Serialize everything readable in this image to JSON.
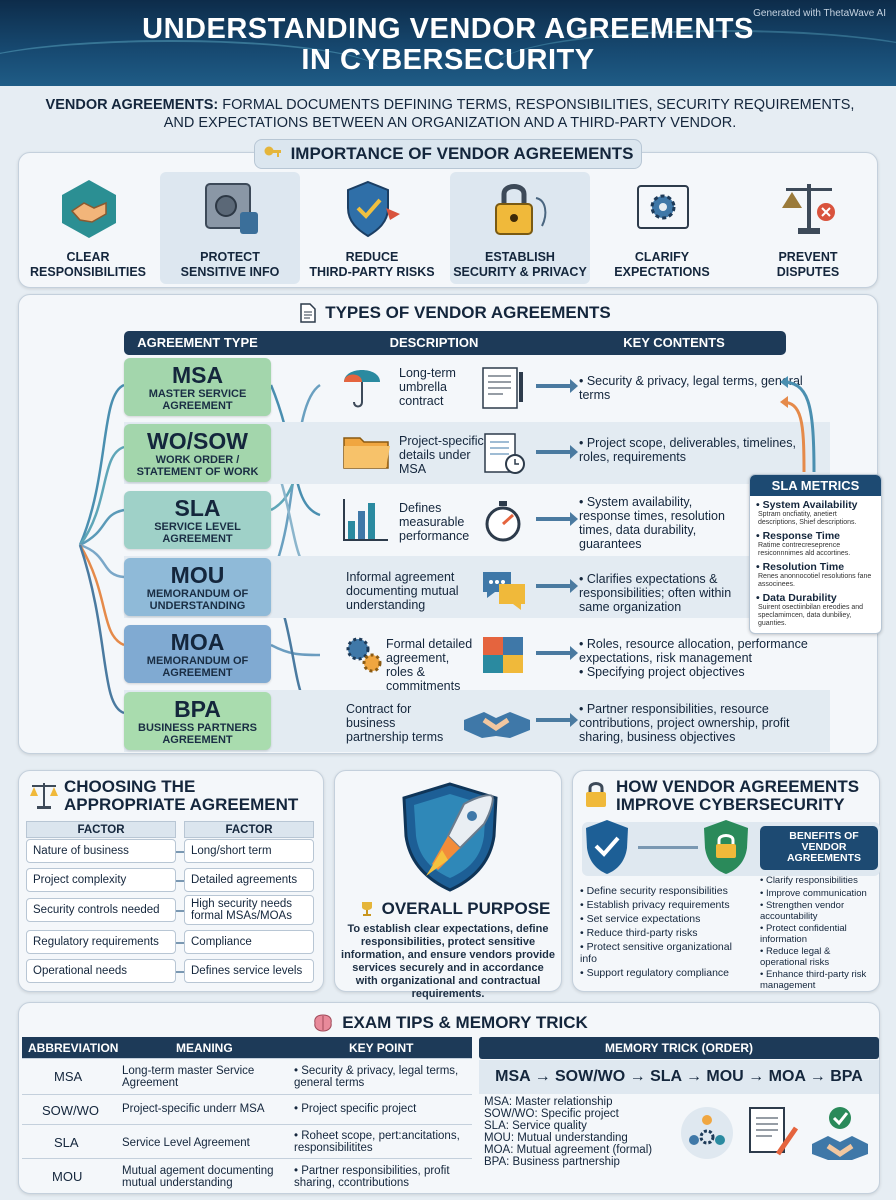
{
  "header": {
    "title_line1": "UNDERSTANDING VENDOR AGREEMENTS",
    "title_line2": "IN CYBERSECURITY",
    "watermark": "Generated with ThetaWave AI"
  },
  "definition": {
    "term": "VENDOR AGREEMENTS:",
    "text": "FORMAL DOCUMENTS DEFINING TERMS, RESPONSIBILITIES, SECURITY REQUIREMENTS, AND EXPECTATIONS BETWEEN AN ORGANIZATION AND A THIRD-PARTY VENDOR."
  },
  "importance": {
    "title": "IMPORTANCE OF VENDOR AGREEMENTS",
    "items": [
      {
        "l1": "CLEAR",
        "l2": "RESPONSIBILITIES",
        "icon": "handshake-icon"
      },
      {
        "l1": "PROTECT",
        "l2": "SENSITIVE INFO",
        "icon": "safe-icon"
      },
      {
        "l1": "REDUCE",
        "l2": "THIRD-PARTY RISKS",
        "icon": "shield-icon"
      },
      {
        "l1": "ESTABLISH",
        "l2": "SECURITY & PRIVACY",
        "icon": "padlock-icon"
      },
      {
        "l1": "CLARIFY",
        "l2": "EXPECTATIONS",
        "icon": "gear-icon"
      },
      {
        "l1": "PREVENT",
        "l2": "DISPUTES",
        "icon": "scales-icon"
      }
    ]
  },
  "types": {
    "title": "TYPES OF VENDOR AGREEMENTS",
    "columns": [
      "AGREEMENT TYPE",
      "DESCRIPTION",
      "KEY CONTENTS"
    ],
    "rows": [
      {
        "abbr": "MSA",
        "full": "MASTER SERVICE AGREEMENT",
        "desc": "Long-term umbrella contract",
        "key": "• Security & privacy, legal terms, general terms",
        "color": "#9fd3a8"
      },
      {
        "abbr": "WO/SOW",
        "full": "WORK ORDER / STATEMENT OF WORK",
        "desc": "Project-specific details under MSA",
        "key": "• Project scope, deliverables, timelines, roles, requirements",
        "color": "#9fd3a8"
      },
      {
        "abbr": "SLA",
        "full": "SERVICE LEVEL AGREEMENT",
        "desc": "Defines measurable performance",
        "key": "• System availability, response times, resolution times, data durability, guarantees",
        "color": "#9ccfc6"
      },
      {
        "abbr": "MOU",
        "full": "MEMORANDUM OF UNDERSTANDING",
        "desc": "Informal agreement documenting mutual understanding",
        "key": "• Clarifies expectations & responsibilities; often within same organization",
        "color": "#8fb9d8"
      },
      {
        "abbr": "MOA",
        "full": "MEMORANDUM OF AGREEMENT",
        "desc": "Formal detailed agreement, roles & commitments",
        "key": "• Roles, resource allocation, performance expectations, risk management\n• Specifying project objectives",
        "color": "#7fa9d2"
      },
      {
        "abbr": "BPA",
        "full": "BUSINESS PARTNERS AGREEMENT",
        "desc": "Contract for business partnership terms",
        "key": "• Partner responsibilities, resource contributions, project ownership, profit sharing, business objectives",
        "color": "#a8dcae"
      }
    ]
  },
  "sla_metrics": {
    "title": "SLA METRICS",
    "items": [
      {
        "t": "• System Availability",
        "d": "Sptram oncfiatity, anetiert descriptions, Shief descriptions."
      },
      {
        "t": "• Response Time",
        "d": "Ratime contrecreseprence resiconnnimes ald accortines."
      },
      {
        "t": "• Resolution Time",
        "d": "Renes anonnocotiel resolutions fane associnees."
      },
      {
        "t": "• Data Durability",
        "d": "Suirent osectiinbilan ereodies and speclamimcen, data dunbiliey, guanties."
      }
    ]
  },
  "choosing": {
    "title": "CHOOSING THE APPROPRIATE AGREEMENT",
    "head_left": "FACTOR",
    "head_right": "FACTOR",
    "rows": [
      [
        "Nature of business",
        "Long/short term"
      ],
      [
        "Project complexity",
        "Detailed agreements"
      ],
      [
        "Security controls needed",
        "High security needs formal MSAs/MOAs"
      ],
      [
        "Regulatory requirements",
        "Compliance"
      ],
      [
        "Operational needs",
        "Defines service levels"
      ]
    ]
  },
  "purpose": {
    "title": "OVERALL PURPOSE",
    "text": "To establish clear expectations, define responsibilities, protect sensitive information, and ensure vendors provide services securely and in accordance with organizational and contractual requirements."
  },
  "how": {
    "title": "HOW VENDOR AGREEMENTS IMPROVE CYBERSECURITY",
    "benefits_title": "BENEFITS OF VENDOR AGREEMENTS",
    "left": [
      "• Define security responsibilities",
      "• Establish privacy requirements",
      "• Set service expectations",
      "• Reduce third-party risks",
      "• Protect sensitive organizational info",
      "• Support regulatory compliance"
    ],
    "right": [
      "• Clarify responsibilities",
      "• Improve communication",
      "• Strengthen vendor accountability",
      "• Protect confidential information",
      "• Reduce legal & operational risks",
      "• Enhance third-party risk management"
    ]
  },
  "exam": {
    "title": "EXAM TIPS & MEMORY TRICK",
    "columns": [
      "ABBREVIATION",
      "MEANING",
      "KEY POINT"
    ],
    "rows": [
      [
        "MSA",
        "Long-term master Service Agreement",
        "• Security & privacy, legal terms, general terms"
      ],
      [
        "SOW/WO",
        "Project-specific underr MSA",
        "• Project specific project"
      ],
      [
        "SLA",
        "Service Level Agreement",
        "• Roheet scope, pert:ancitations, responsibilitites"
      ],
      [
        "MOU",
        "Mutual agement documenting mutual understanding",
        "• Partner responsibilities, profit sharing, ccontributions"
      ]
    ],
    "memory_title": "MEMORY TRICK (ORDER)",
    "memory_sequence": "MSA → SOW/WO → SLA → MOU → MOA → BPA",
    "memory_list": [
      "MSA: Master relationship",
      "SOW/WO: Specific project",
      "SLA: Service quality",
      "MOU: Mutual understanding",
      "MOA: Mutual agreement (formal)",
      "BPA: Business partnership"
    ]
  }
}
